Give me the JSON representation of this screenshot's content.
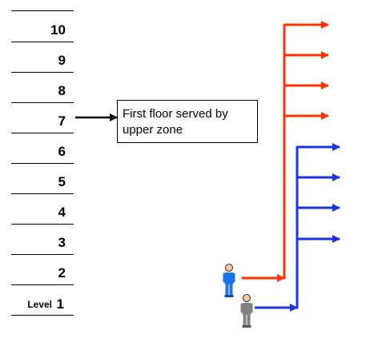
{
  "floors": [
    {
      "label": "10"
    },
    {
      "label": "9"
    },
    {
      "label": "8"
    },
    {
      "label": "7"
    },
    {
      "label": "6"
    },
    {
      "label": "5"
    },
    {
      "label": "4"
    },
    {
      "label": "3"
    },
    {
      "label": "2"
    },
    {
      "label": "1",
      "prefix": "Level"
    }
  ],
  "callout": {
    "line1": "First floor served by",
    "line2": "upper zone"
  },
  "colors": {
    "upper_zone": "#ff3300",
    "lower_zone": "#1a33e6",
    "callout_arrow": "#000000",
    "person_upper": "#1a73e8",
    "person_lower": "#808080"
  }
}
